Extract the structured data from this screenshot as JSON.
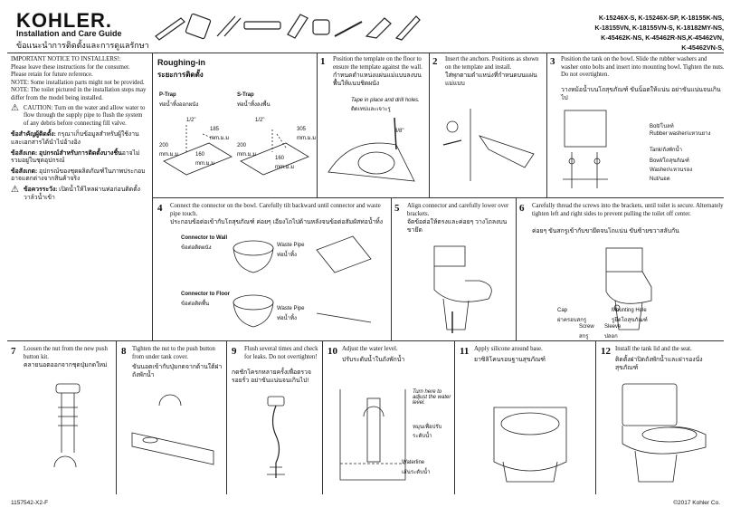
{
  "header": {
    "brand": "KOHLER.",
    "title": "Installation and Care Guide",
    "title_th": "ข้อแนะนำการติดตั้งและการดูแลรักษา",
    "models": [
      "K-15246X-S, K-15246X-SP, K-18155K-NS,",
      "K-18155VN, K-18155VN-S, K-18182MY-NS,",
      "K-45462K-NS, K-45462R-NS,K-45462VN,",
      "K-45462VN-S,"
    ]
  },
  "notice": {
    "heading": "IMPORTANT NOTICE TO INSTALLERS!:",
    "line1": "Please leave these instructions for the consumer.",
    "line2": "Please retain for future reference.",
    "note1": "NOTE: Some installation parts might not be provided.",
    "note2": "NOTE: The toilet pictured in the installation steps may differ from the model being installed.",
    "caution": "CAUTION: Turn on the water and allow water to flow through the supply pipe to flush the system of any debris before connecting fill valve.",
    "th1_bold": "ข้อสำคัญผู้ติดตั้ง:",
    "th1": "กรุณาเก็บข้อมูลสำหรับผู้ใช้งานและเอกสารได้นำไปอ้างอิง",
    "th2_bold": "ข้อสังเกต: อุปกรณ์สำหรับการติดตั้งบางชิ้น",
    "th2": "อาจไม่รวมอยู่ในชุดอุปกรณ์",
    "th3_bold": "ข้อสังเกต:",
    "th3": "อุปกรณ์ของชุดผลิตภัณฑ์ในภาพประกอบอาจแตกต่างจากสินค้าจริง",
    "th4_bold": "ข้อควรระวัง:",
    "th4": "เปิดน้ำให้ไหลผ่านท่อก่อนติดตั้งวาล์วน้ำเข้า"
  },
  "roughing": {
    "title": "Roughing-in",
    "title_th": "ระยะการติดตั้ง",
    "ptrap": "P-Trap",
    "ptrap_th": "ท่อน้ำทิ้งออกผนัง",
    "strap": "S-Trap",
    "strap_th": "ท่อน้ำทิ้งลงพื้น",
    "p_half": "1/2\"",
    "p_185": "185",
    "p_200": "200",
    "p_160": "160",
    "mm": "mm.ม.ม",
    "s_half": "1/2\"",
    "s_305": "305",
    "s_200": "200",
    "s_160": "160"
  },
  "steps": [
    {
      "n": "1",
      "text": "Position the template on the floor to ensure the template against the wall.",
      "th": "กำหนดตำแหน่งแผ่นแม่แบบลงบนพื้นให้แนบชิดผนัง",
      "callout": "Tape in place and drill holes.",
      "callout_th": "ติดเทปและเจาะรู",
      "label": "3/8\""
    },
    {
      "n": "2",
      "text": "Insert the anchors. Positions as shown on the template and install.",
      "th": "ใส่พุกตามตำแหน่งที่กำหนดบนแผ่นแม่แบบ"
    },
    {
      "n": "3",
      "text": "Position the tank on the bowl. Slide the rubber washers and washer onto bolts and insert into mounting bowl. Tighten the nuts. Do not overtighten.",
      "th": "วางหม้อน้ำบนโถสุขภัณฑ์ ขันน็อตให้แน่น อย่าขันแน่นจนเกินไป",
      "bolt": "Bolt/โบลท์",
      "rubber": "Rubber washer/แหวนยาง",
      "tank": "Tank/ถังพักน้ำ",
      "bowl": "Bowl/โถสุขภัณฑ์",
      "washer": "Washer/แหวนรอง",
      "nut": "Nut/นอต"
    },
    {
      "n": "4",
      "text": "Connect the connector on the bowl. Carefully tilt backward until connector and waste pipe touch.",
      "th": "ประกอบข้อต่อเข้ากับโถสุขภัณฑ์ ค่อยๆ เอียงโถไปด้านหลังจนข้อต่อสัมผัสท่อน้ำทิ้ง",
      "wall": "Connector to Wall",
      "wall_th": "ข้อต่อติดผนัง",
      "floor": "Connector to Floor",
      "floor_th": "ข้อต่อติดพื้น",
      "pipe": "Waste Pipe",
      "pipe_th": "ท่อน้ำทิ้ง"
    },
    {
      "n": "5",
      "text": "Align connector and carefully lower over brackets.",
      "th": "จัดข้อต่อให้ตรงและค่อยๆ วางโถลงบนขายึด"
    },
    {
      "n": "6",
      "text": "Carefully thread the screws into the brackets, until toilet is secure. Alternately tighten left and right sides to prevent pulling the toilet off center.",
      "th": "ค่อยๆ ขันสกรูเข้ากับขายึดจนโถแน่น ขันซ้ายขวาสลับกัน",
      "cap": "Cap",
      "cap_th": "ฝาครอบสกรู",
      "mount": "Mounting Hole",
      "mount_th": "รูยึดโถสุขภัณฑ์",
      "screw": "Screw",
      "screw_th": "สกรู",
      "sleeve": "Sleeve",
      "sleeve_th": "ปลอก"
    },
    {
      "n": "7",
      "text": "Loosen the nut from the new push button kit.",
      "th": "คลายนอตออกจากชุดปุ่มกดใหม่"
    },
    {
      "n": "8",
      "text": "Tighten the nut to the push button from under tank cover.",
      "th": "ขันนอตเข้ากับปุ่มกดจากด้านใต้ฝาถังพักน้ำ"
    },
    {
      "n": "9",
      "text": "Flush several times and check for leaks. Do not overtighten!",
      "th": "กดชักโครกหลายครั้งเพื่อตรวจรอยรั่ว อย่าขันแน่นจนเกินไป!"
    },
    {
      "n": "10",
      "text": "Adjust the water level.",
      "th": "ปรับระดับน้ำในถังพักน้ำ",
      "turn": "Turn here to adjust the water level.",
      "turn_th": "หมุนเพื่อปรับระดับน้ำ",
      "waterline": "Waterline",
      "waterline_th": "เส้นระดับน้ำ"
    },
    {
      "n": "11",
      "text": "Apply silicone around base.",
      "th": "ยาซิลิโคนรอบฐานสุขภัณฑ์"
    },
    {
      "n": "12",
      "text": "Install the tank lid and the seat.",
      "th": "ติดตั้งฝาปิดถังพักน้ำและฝารองนั่งสุขภัณฑ์"
    }
  ],
  "footer": {
    "code": "1157542-X2-F",
    "copyright": "©2017 Kohler Co."
  }
}
